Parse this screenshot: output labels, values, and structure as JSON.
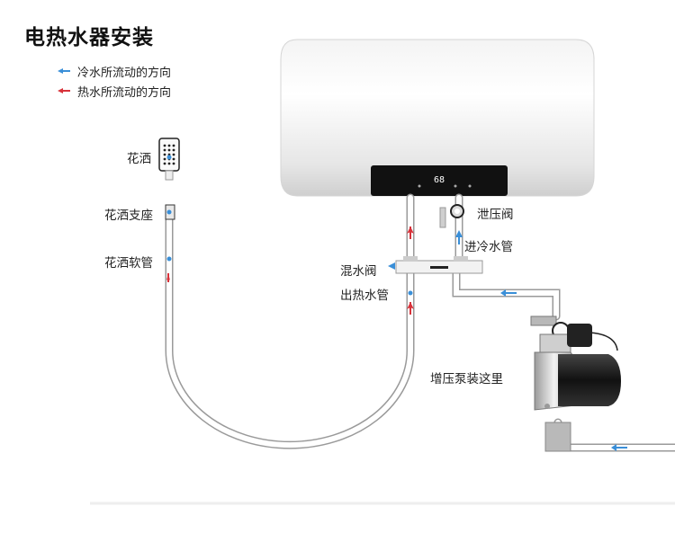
{
  "title": "电热水器安装",
  "legend": {
    "cold": {
      "label": "冷水所流动的方向",
      "color": "#3a8fd8"
    },
    "hot": {
      "label": "热水所流动的方向",
      "color": "#d8323a"
    }
  },
  "labels": {
    "shower_head": "花洒",
    "shower_holder": "花洒支座",
    "shower_hose": "花洒软管",
    "relief_valve": "泄压阀",
    "cold_inlet": "进冷水管",
    "mixing_valve": "混水阀",
    "hot_outlet": "出热水管",
    "pump": "增压泵装这里"
  },
  "heater_display": "68"
}
